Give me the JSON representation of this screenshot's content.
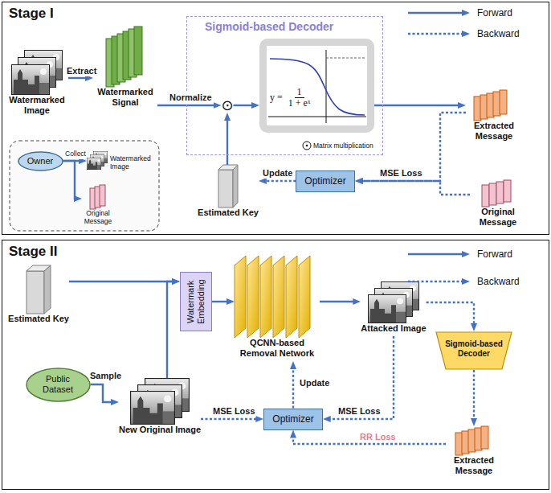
{
  "diagram": {
    "nodes": [
      {
        "text": [
          "Stage I"
        ]
      },
      {
        "text": [
          "Watermarked Image"
        ],
        "in": 0
      },
      {
        "text": [
          "Watermarked Signal"
        ],
        "in": 0
      },
      {
        "text": [
          "Sigmoid-based Decoder"
        ],
        "in": 0
      },
      {
        "text": [
          "⊙"
        ],
        "in": 3
      },
      {
        "text": [
          "y =",
          "1",
          "1 + eˣ"
        ],
        "in": 3
      },
      {
        "text": [
          "Extracted Message"
        ],
        "in": 0
      },
      {
        "text": [
          "Owner"
        ],
        "in": 0
      },
      {
        "text": [
          "Watermarked Image"
        ],
        "in": 0
      },
      {
        "text": [
          "Original Message"
        ],
        "in": 0
      },
      {
        "text": [
          "Estimated Key"
        ],
        "in": 0
      },
      {
        "text": [
          "Optimizer"
        ],
        "in": 0
      },
      {
        "text": [
          "Original Message"
        ],
        "in": 0
      },
      {
        "text": [
          "Stage II"
        ]
      },
      {
        "text": [
          "Estimated Key"
        ],
        "in": 13
      },
      {
        "text": [
          "Watermark Embedding"
        ],
        "in": 13
      },
      {
        "text": [
          "QCNN-based Removal Network"
        ],
        "in": 13
      },
      {
        "text": [
          "Attacked Image"
        ],
        "in": 13
      },
      {
        "text": [
          "Sigmoid-based Decoder"
        ],
        "in": 13
      },
      {
        "text": [
          "Public Dataset"
        ],
        "in": 13
      },
      {
        "text": [
          "New Original Image"
        ],
        "in": 13
      },
      {
        "text": [
          "Optimizer"
        ],
        "in": 13
      },
      {
        "text": [
          "Extracted Message"
        ],
        "in": 13
      }
    ],
    "edges": [
      {
        "from": 1,
        "to": 2,
        "arrow": "to",
        "label": "Extract"
      },
      {
        "from": 2,
        "to": 4,
        "arrow": "to",
        "label": "Normalize"
      },
      {
        "from": 4,
        "to": 5,
        "arrow": "to"
      },
      {
        "from": 5,
        "to": 6,
        "arrow": "to"
      },
      {
        "from": 10,
        "to": 4,
        "arrow": "to"
      },
      {
        "from": 6,
        "to": 11,
        "arrow": "to",
        "label": "MSE Loss"
      },
      {
        "from": 12,
        "to": 11,
        "arrow": "to"
      },
      {
        "from": 11,
        "to": 10,
        "arrow": "to",
        "label": "Update"
      },
      {
        "from": 7,
        "to": 8,
        "arrow": "to",
        "label": "Collect"
      },
      {
        "from": 7,
        "to": 9,
        "arrow": "to"
      },
      {
        "from": 14,
        "to": 15,
        "arrow": "to"
      },
      {
        "from": 20,
        "to": 15,
        "arrow": "to"
      },
      {
        "from": 15,
        "to": 16,
        "arrow": "to"
      },
      {
        "from": 16,
        "to": 17,
        "arrow": "to"
      },
      {
        "from": 17,
        "to": 18,
        "arrow": "to"
      },
      {
        "from": 18,
        "to": 22,
        "arrow": "to"
      },
      {
        "from": 22,
        "to": 21,
        "arrow": "to",
        "label": "RR Loss"
      },
      {
        "from": 17,
        "to": 21,
        "arrow": "to",
        "label": "MSE Loss"
      },
      {
        "from": 20,
        "to": 21,
        "arrow": "to",
        "label": "MSE Loss"
      },
      {
        "from": 21,
        "to": 16,
        "arrow": "to",
        "label": "Update"
      },
      {
        "from": 19,
        "to": 20,
        "arrow": "to",
        "label": "Sample"
      }
    ],
    "legend": [
      {
        "text": "Forward"
      },
      {
        "text": "Backward"
      },
      {
        "text": "Matrix multiplication"
      },
      {
        "text": "Forward"
      },
      {
        "text": "Backward"
      }
    ]
  }
}
